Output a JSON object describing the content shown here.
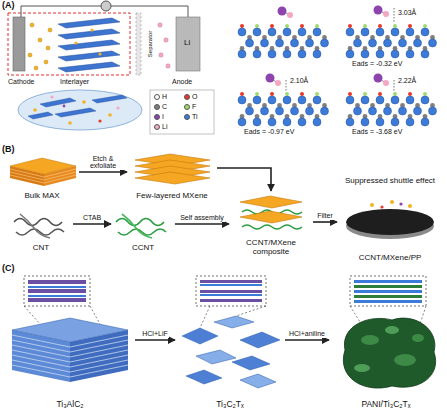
{
  "diagram": {
    "nodes": [
      {
        "text": [
          "Bulk MAX"
        ]
      },
      {
        "text": [
          "Few-layered MXene"
        ]
      },
      {
        "text": [
          "CNT"
        ]
      },
      {
        "text": [
          "CCNT"
        ]
      },
      {
        "text": [
          "CCNT/MXene composite"
        ]
      },
      {
        "text": [
          "Suppressed shuttle effect",
          "CCNT/MXene/PP"
        ]
      },
      {
        "text": [
          "Ti₃AlC₂"
        ]
      },
      {
        "text": [
          "Ti₃C₂Tₓ"
        ]
      },
      {
        "text": [
          "PANI/Ti₃C₂Tₓ"
        ]
      }
    ],
    "edges": [
      {
        "from": 0,
        "to": 1,
        "arrow": "to",
        "label": "Etch & exfoliate"
      },
      {
        "from": 1,
        "to": 4,
        "arrow": "to"
      },
      {
        "from": 2,
        "to": 3,
        "arrow": "to",
        "label": "CTAB"
      },
      {
        "from": 3,
        "to": 4,
        "arrow": "to",
        "label": "Self assembly"
      },
      {
        "from": 4,
        "to": 5,
        "arrow": "to",
        "label": "Filter"
      },
      {
        "from": 6,
        "to": 7,
        "arrow": "to",
        "label": "HCl+LiF"
      },
      {
        "from": 7,
        "to": 8,
        "arrow": "to",
        "label": "HCl+aniline"
      }
    ],
    "labels": [
      "(A)",
      "Cathode",
      "Interlayer",
      "Anode",
      "Li",
      "Separator",
      "3.03Å",
      "Eads = -0.32 eV",
      "2.10Å",
      "Eads = -0.97 eV",
      "2.22Å",
      "Eads = -3.68 eV",
      "(B)",
      "(C)"
    ],
    "legend": [
      {
        "text": "H",
        "color": "#ffffff"
      },
      {
        "text": "O",
        "color": "#e8392b"
      },
      {
        "text": "C",
        "color": "#7f7f7f"
      },
      {
        "text": "F",
        "color": "#9fdc6e"
      },
      {
        "text": "I",
        "color": "#8e44ad"
      },
      {
        "text": "Ti",
        "color": "#3d7bd9"
      },
      {
        "text": "Li",
        "color": "#f2a7c3"
      }
    ]
  }
}
